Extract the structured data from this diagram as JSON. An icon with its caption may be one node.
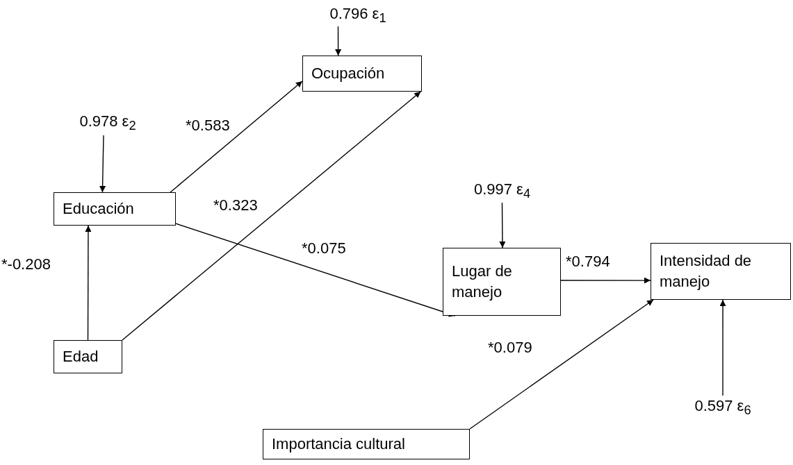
{
  "diagram": {
    "nodes": [
      {
        "text": [
          "0.796 ε$_{1}$"
        ]
      },
      {
        "text": [
          "Ocupación"
        ]
      },
      {
        "text": [
          "0.978 ε$_{2}$"
        ]
      },
      {
        "text": [
          "Educación"
        ]
      },
      {
        "text": [
          "0.997 ε$_{4}$"
        ]
      },
      {
        "text": [
          "Lugar de manejo"
        ]
      },
      {
        "text": [
          "Intensidad de manejo"
        ]
      },
      {
        "text": [
          "Edad"
        ]
      },
      {
        "text": [
          "0.597 ε$_{6}$"
        ]
      },
      {
        "text": [
          "Importancia cultural"
        ]
      }
    ],
    "edges": [
      {
        "from": 0,
        "to": 1,
        "arrow": "to"
      },
      {
        "from": 2,
        "to": 3,
        "arrow": "to"
      },
      {
        "from": 3,
        "to": 1,
        "arrow": "to",
        "label": "*0.583"
      },
      {
        "from": 7,
        "to": 1,
        "arrow": "to",
        "label": "*0.323"
      },
      {
        "from": 3,
        "to": 5,
        "arrow": "to",
        "label": "*0.075"
      },
      {
        "from": 7,
        "to": 3,
        "arrow": "to",
        "label": "*-0.208"
      },
      {
        "from": 4,
        "to": 5,
        "arrow": "to"
      },
      {
        "from": 5,
        "to": 6,
        "arrow": "to",
        "label": "*0.794"
      },
      {
        "from": 9,
        "to": 6,
        "arrow": "to",
        "label": "*0.079"
      },
      {
        "from": 8,
        "to": 6,
        "arrow": "to"
      }
    ]
  }
}
